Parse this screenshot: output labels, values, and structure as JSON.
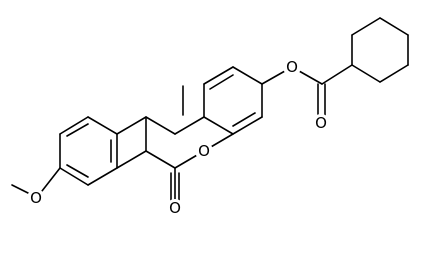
{
  "diagram": {
    "type": "chemical-structure",
    "atom_labels": {
      "ester_oxygen": "O",
      "carbonyl_oxygen_ester": "O",
      "lactone_ring_oxygen": "O",
      "lactone_carbonyl_oxygen": "O",
      "methoxy_oxygen": "O"
    }
  }
}
